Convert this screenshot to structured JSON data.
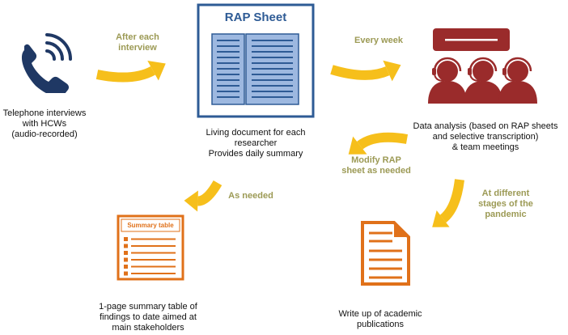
{
  "colors": {
    "arrow": "#f6bf1b",
    "label": "#9c9a55",
    "doc_blue": "#2e5b95",
    "page_fill": "#9db8e0",
    "meeting_red": "#9a2b2b",
    "orange": "#e0711a",
    "phone_navy": "#1f3864"
  },
  "icons": {
    "phone": "telephone-icon",
    "rap_sheet": "document-icon",
    "meeting": "team-meeting-icon",
    "summary": "summary-table-icon",
    "publication": "publication-document-icon"
  },
  "nodes": {
    "telephone": {
      "text": [
        "Telephone interviews",
        "with HCWs",
        "(audio-recorded)"
      ]
    },
    "rap_sheet": {
      "title": "RAP Sheet",
      "text": [
        "Living document for each",
        "researcher",
        "Provides daily summary"
      ]
    },
    "data_analysis": {
      "text": [
        "Data analysis (based on RAP sheets",
        "and selective transcription)",
        "& team meetings"
      ]
    },
    "summary_table": {
      "title": "Summary table",
      "text": [
        "1-page summary table of",
        "findings to date aimed at",
        "main stakeholders"
      ]
    },
    "publications": {
      "text": [
        "Write up of academic",
        "publications"
      ]
    }
  },
  "arrows": {
    "after_interview": [
      "After each",
      "interview"
    ],
    "every_week": [
      "Every week"
    ],
    "modify": [
      "Modify RAP",
      "sheet as needed"
    ],
    "as_needed": [
      "As needed"
    ],
    "stages": [
      "At different",
      "stages of the",
      "pandemic"
    ]
  }
}
